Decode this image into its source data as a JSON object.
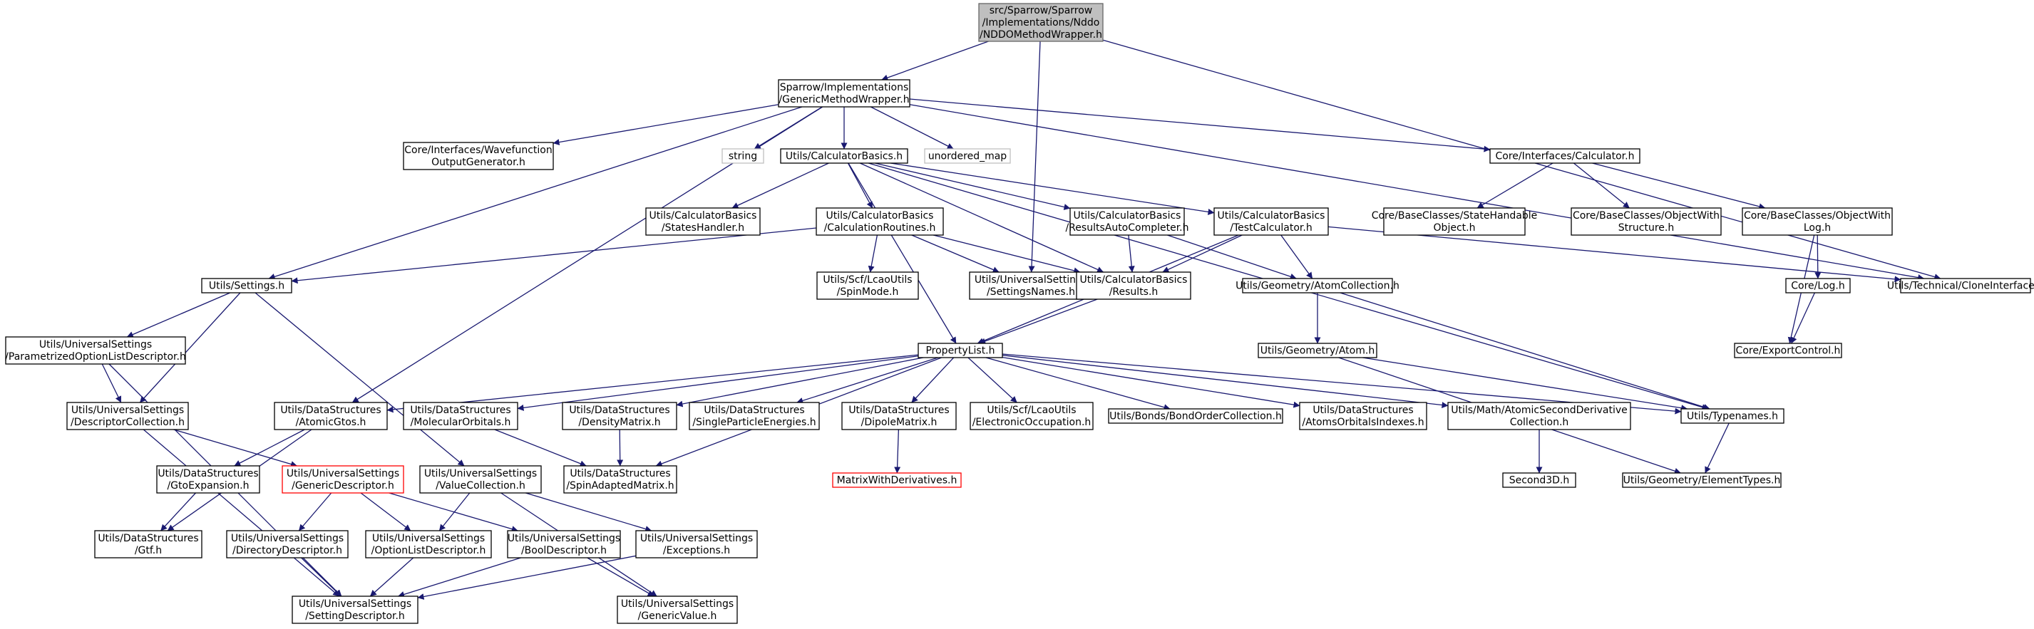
{
  "colors": {
    "edge": "#191970",
    "root_fill": "#bfbfbf",
    "missing_border": "#ff0000",
    "external_border": "#bfbfbf"
  },
  "nodes": [
    {
      "id": "root",
      "lines": [
        "src/Sparrow/Sparrow",
        "/Implementations/Nddo",
        "/NDDOMethodWrapper.h"
      ],
      "style": "root"
    },
    {
      "id": "gmw",
      "lines": [
        "Sparrow/Implementations",
        "/GenericMethodWrapper.h"
      ]
    },
    {
      "id": "wfog",
      "lines": [
        "Core/Interfaces/Wavefunction",
        "OutputGenerator.h"
      ]
    },
    {
      "id": "string",
      "lines": [
        "string"
      ],
      "style": "gray"
    },
    {
      "id": "calcbasics",
      "lines": [
        "Utils/CalculatorBasics.h"
      ]
    },
    {
      "id": "umap",
      "lines": [
        "unordered_map"
      ],
      "style": "gray"
    },
    {
      "id": "calculator",
      "lines": [
        "Core/Interfaces/Calculator.h"
      ]
    },
    {
      "id": "stateshandler",
      "lines": [
        "Utils/CalculatorBasics",
        "/StatesHandler.h"
      ]
    },
    {
      "id": "calcroutines",
      "lines": [
        "Utils/CalculatorBasics",
        "/CalculationRoutines.h"
      ]
    },
    {
      "id": "resautocomp",
      "lines": [
        "Utils/CalculatorBasics",
        "/ResultsAutoCompleter.h"
      ]
    },
    {
      "id": "testcalc",
      "lines": [
        "Utils/CalculatorBasics",
        "/TestCalculator.h"
      ]
    },
    {
      "id": "statehandable",
      "lines": [
        "Core/BaseClasses/StateHandable",
        "Object.h"
      ]
    },
    {
      "id": "objwithstructure",
      "lines": [
        "Core/BaseClasses/ObjectWith",
        "Structure.h"
      ]
    },
    {
      "id": "objwithlog",
      "lines": [
        "Core/BaseClasses/ObjectWith",
        "Log.h"
      ]
    },
    {
      "id": "settings",
      "lines": [
        "Utils/Settings.h"
      ]
    },
    {
      "id": "spinmode",
      "lines": [
        "Utils/Scf/LcaoUtils",
        "/SpinMode.h"
      ]
    },
    {
      "id": "settingsnames",
      "lines": [
        "Utils/UniversalSettings",
        "/SettingsNames.h"
      ]
    },
    {
      "id": "results",
      "lines": [
        "Utils/CalculatorBasics",
        "/Results.h"
      ]
    },
    {
      "id": "atomcollection",
      "lines": [
        "Utils/Geometry/AtomCollection.h"
      ]
    },
    {
      "id": "corelog",
      "lines": [
        "Core/Log.h"
      ]
    },
    {
      "id": "cloneinterface",
      "lines": [
        "Utils/Technical/CloneInterface.h"
      ]
    },
    {
      "id": "paramoptlist",
      "lines": [
        "Utils/UniversalSettings",
        "/ParametrizedOptionListDescriptor.h"
      ]
    },
    {
      "id": "propertylist",
      "lines": [
        "PropertyList.h"
      ]
    },
    {
      "id": "atom",
      "lines": [
        "Utils/Geometry/Atom.h"
      ]
    },
    {
      "id": "exportcontrol",
      "lines": [
        "Core/ExportControl.h"
      ]
    },
    {
      "id": "desccollection",
      "lines": [
        "Utils/UniversalSettings",
        "/DescriptorCollection.h"
      ]
    },
    {
      "id": "atomicgtos",
      "lines": [
        "Utils/DataStructures",
        "/AtomicGtos.h"
      ]
    },
    {
      "id": "molorbitals",
      "lines": [
        "Utils/DataStructures",
        "/MolecularOrbitals.h"
      ]
    },
    {
      "id": "densitymatrix",
      "lines": [
        "Utils/DataStructures",
        "/DensityMatrix.h"
      ]
    },
    {
      "id": "singleparticle",
      "lines": [
        "Utils/DataStructures",
        "/SingleParticleEnergies.h"
      ]
    },
    {
      "id": "dipolematrix",
      "lines": [
        "Utils/DataStructures",
        "/DipoleMatrix.h"
      ]
    },
    {
      "id": "elecoccupation",
      "lines": [
        "Utils/Scf/LcaoUtils",
        "/ElectronicOccupation.h"
      ]
    },
    {
      "id": "bondorder",
      "lines": [
        "Utils/Bonds/BondOrderCollection.h"
      ]
    },
    {
      "id": "atomsorbidx",
      "lines": [
        "Utils/DataStructures",
        "/AtomsOrbitalsIndexes.h"
      ]
    },
    {
      "id": "atomicsecond",
      "lines": [
        "Utils/Math/AtomicSecondDerivative",
        "Collection.h"
      ]
    },
    {
      "id": "typenames",
      "lines": [
        "Utils/Typenames.h"
      ]
    },
    {
      "id": "gtoexpansion",
      "lines": [
        "Utils/DataStructures",
        "/GtoExpansion.h"
      ]
    },
    {
      "id": "genericdesc",
      "lines": [
        "Utils/UniversalSettings",
        "/GenericDescriptor.h"
      ],
      "style": "red"
    },
    {
      "id": "valuecollection",
      "lines": [
        "Utils/UniversalSettings",
        "/ValueCollection.h"
      ]
    },
    {
      "id": "spinadapted",
      "lines": [
        "Utils/DataStructures",
        "/SpinAdaptedMatrix.h"
      ]
    },
    {
      "id": "matrixwithderiv",
      "lines": [
        "MatrixWithDerivatives.h"
      ],
      "style": "red"
    },
    {
      "id": "second3d",
      "lines": [
        "Second3D.h"
      ]
    },
    {
      "id": "elementtypes",
      "lines": [
        "Utils/Geometry/ElementTypes.h"
      ]
    },
    {
      "id": "gtf",
      "lines": [
        "Utils/DataStructures",
        "/Gtf.h"
      ]
    },
    {
      "id": "dirdesc",
      "lines": [
        "Utils/UniversalSettings",
        "/DirectoryDescriptor.h"
      ]
    },
    {
      "id": "optlistdesc",
      "lines": [
        "Utils/UniversalSettings",
        "/OptionListDescriptor.h"
      ]
    },
    {
      "id": "booldesc",
      "lines": [
        "Utils/UniversalSettings",
        "/BoolDescriptor.h"
      ]
    },
    {
      "id": "exceptions",
      "lines": [
        "Utils/UniversalSettings",
        "/Exceptions.h"
      ]
    },
    {
      "id": "settingdesc",
      "lines": [
        "Utils/UniversalSettings",
        "/SettingDescriptor.h"
      ]
    },
    {
      "id": "genericvalue",
      "lines": [
        "Utils/UniversalSettings",
        "/GenericValue.h"
      ]
    }
  ],
  "edges": [
    [
      "root",
      "gmw"
    ],
    [
      "root",
      "settingsnames"
    ],
    [
      "root",
      "cloneinterface"
    ],
    [
      "gmw",
      "wfog"
    ],
    [
      "gmw",
      "string"
    ],
    [
      "gmw",
      "calcbasics"
    ],
    [
      "gmw",
      "umap"
    ],
    [
      "gmw",
      "calculator"
    ],
    [
      "gmw",
      "settings"
    ],
    [
      "gmw",
      "atomicgtos"
    ],
    [
      "gmw",
      "cloneinterface"
    ],
    [
      "calcbasics",
      "stateshandler"
    ],
    [
      "calcbasics",
      "calcroutines"
    ],
    [
      "calcbasics",
      "resautocomp"
    ],
    [
      "calcbasics",
      "testcalc"
    ],
    [
      "calcbasics",
      "results"
    ],
    [
      "calcbasics",
      "propertylist"
    ],
    [
      "calcbasics",
      "typenames"
    ],
    [
      "calculator",
      "statehandable"
    ],
    [
      "calculator",
      "objwithstructure"
    ],
    [
      "calculator",
      "objwithlog"
    ],
    [
      "calcroutines",
      "settings"
    ],
    [
      "calcroutines",
      "spinmode"
    ],
    [
      "calcroutines",
      "settingsnames"
    ],
    [
      "calcroutines",
      "results"
    ],
    [
      "resautocomp",
      "results"
    ],
    [
      "resautocomp",
      "atomcollection"
    ],
    [
      "testcalc",
      "results"
    ],
    [
      "testcalc",
      "atomcollection"
    ],
    [
      "testcalc",
      "propertylist"
    ],
    [
      "testcalc",
      "cloneinterface"
    ],
    [
      "objwithlog",
      "corelog"
    ],
    [
      "objwithlog",
      "exportcontrol"
    ],
    [
      "corelog",
      "exportcontrol"
    ],
    [
      "settings",
      "paramoptlist"
    ],
    [
      "settings",
      "desccollection"
    ],
    [
      "settings",
      "valuecollection"
    ],
    [
      "results",
      "propertylist"
    ],
    [
      "atomcollection",
      "atom"
    ],
    [
      "atomcollection",
      "typenames"
    ],
    [
      "atom",
      "typenames"
    ],
    [
      "atom",
      "elementtypes"
    ],
    [
      "paramoptlist",
      "desccollection"
    ],
    [
      "paramoptlist",
      "settingdesc"
    ],
    [
      "desccollection",
      "genericdesc"
    ],
    [
      "desccollection",
      "settingdesc"
    ],
    [
      "propertylist",
      "atomicgtos"
    ],
    [
      "propertylist",
      "molorbitals"
    ],
    [
      "propertylist",
      "densitymatrix"
    ],
    [
      "propertylist",
      "singleparticle"
    ],
    [
      "propertylist",
      "dipolematrix"
    ],
    [
      "propertylist",
      "elecoccupation"
    ],
    [
      "propertylist",
      "bondorder"
    ],
    [
      "propertylist",
      "atomsorbidx"
    ],
    [
      "propertylist",
      "atomicsecond"
    ],
    [
      "propertylist",
      "typenames"
    ],
    [
      "propertylist",
      "spinadapted"
    ],
    [
      "atomicgtos",
      "gtoexpansion"
    ],
    [
      "atomicgtos",
      "gtf"
    ],
    [
      "molorbitals",
      "spinadapted"
    ],
    [
      "densitymatrix",
      "spinadapted"
    ],
    [
      "dipolematrix",
      "matrixwithderiv"
    ],
    [
      "atomicsecond",
      "second3d"
    ],
    [
      "typenames",
      "elementtypes"
    ],
    [
      "gtoexpansion",
      "gtf"
    ],
    [
      "genericdesc",
      "dirdesc"
    ],
    [
      "genericdesc",
      "optlistdesc"
    ],
    [
      "genericdesc",
      "booldesc"
    ],
    [
      "valuecollection",
      "optlistdesc"
    ],
    [
      "valuecollection",
      "exceptions"
    ],
    [
      "valuecollection",
      "genericvalue"
    ],
    [
      "dirdesc",
      "settingdesc"
    ],
    [
      "optlistdesc",
      "settingdesc"
    ],
    [
      "booldesc",
      "settingdesc"
    ],
    [
      "booldesc",
      "genericvalue"
    ],
    [
      "exceptions",
      "settingdesc"
    ]
  ]
}
